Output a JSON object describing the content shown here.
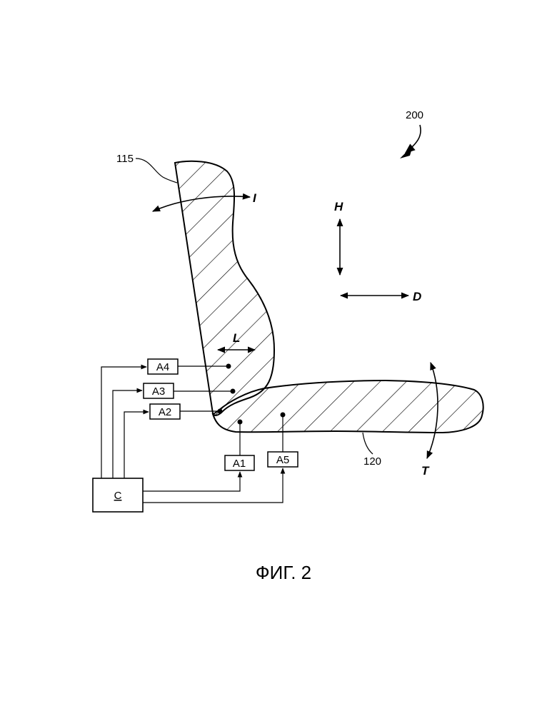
{
  "figure": {
    "number": "200",
    "caption": "ФИГ. 2"
  },
  "refs": {
    "backrest": "115",
    "cushion": "120"
  },
  "directions": {
    "I": "I",
    "H": "H",
    "D": "D",
    "L": "L",
    "T": "T"
  },
  "actuators": [
    "A1",
    "A2",
    "A3",
    "A4",
    "A5"
  ],
  "controller": "C"
}
